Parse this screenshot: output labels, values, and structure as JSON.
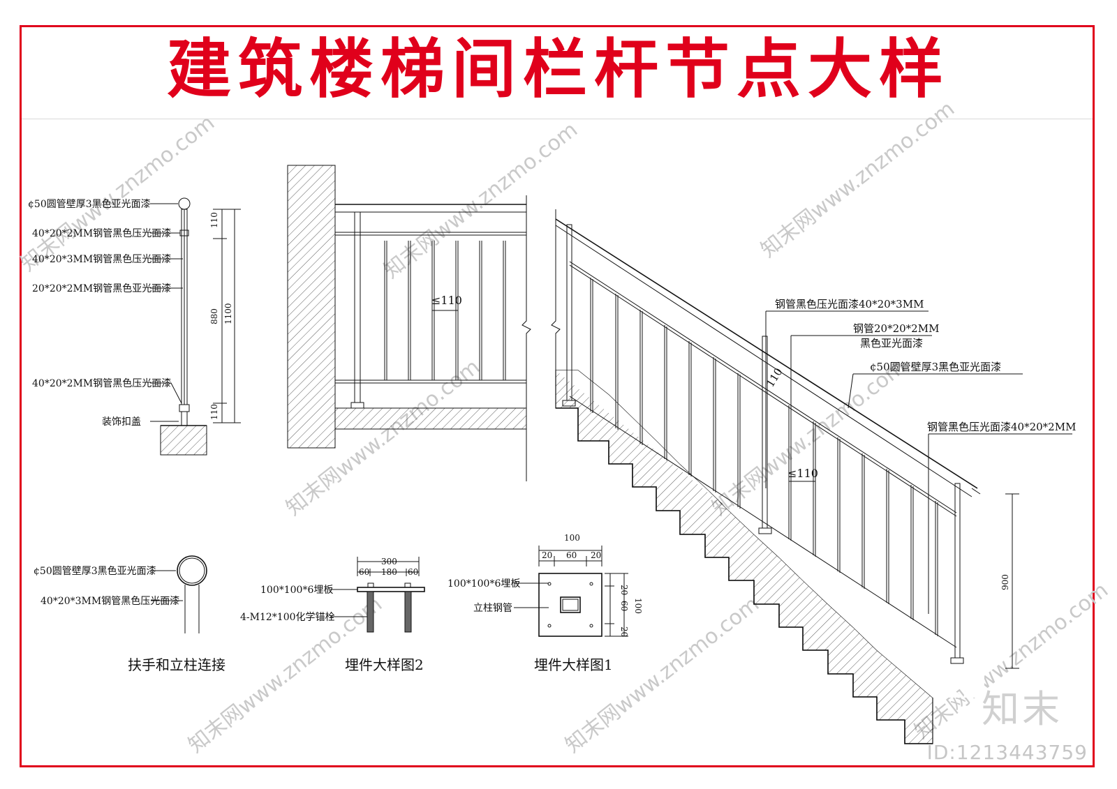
{
  "title": "建筑楼梯间栏杆节点大样",
  "colors": {
    "frame": "#e0001b",
    "title": "#e0001b",
    "lines": "#111111",
    "watermark": "#c9c9c9"
  },
  "detail_section": {
    "labels": [
      "¢50圆管壁厚3黑色亚光面漆",
      "40*20*2MM钢管黑色压光面漆",
      "40*20*3MM钢管黑色压光面漆",
      "20*20*2MM钢管黑色亚光面漆",
      "40*20*2MM钢管黑色压光面漆",
      "装饰扣盖"
    ],
    "dims": [
      "110",
      "880",
      "1100",
      "110"
    ]
  },
  "elevation": {
    "spacing": "≤110"
  },
  "stair": {
    "labels": [
      "钢管黑色压光面漆40*20*3MM",
      "钢管20*20*2MM",
      "黑色亚光面漆",
      "¢50圆管壁厚3黑色亚光面漆",
      "钢管黑色压光面漆40*20*2MM"
    ],
    "dims": [
      "110",
      "≤110",
      "900"
    ]
  },
  "handrail_joint": {
    "labels": [
      "¢50圆管壁厚3黑色亚光面漆",
      "40*20*3MM钢管黑色压光面漆"
    ],
    "caption": "扶手和立柱连接"
  },
  "embed2": {
    "labels": [
      "100*100*6埋板",
      "4-M12*100化学锚栓"
    ],
    "dims": [
      "300",
      "60",
      "180",
      "60"
    ],
    "caption": "埋件大样图2"
  },
  "embed1": {
    "labels": [
      "100*100*6埋板",
      "立柱钢管"
    ],
    "dims": [
      "100",
      "20",
      "60",
      "20",
      "20",
      "60",
      "20",
      "100"
    ],
    "caption": "埋件大样图1"
  },
  "watermark": {
    "text": "知末网www.znzmo.com",
    "logo": "知末",
    "id": "ID:1213443759"
  }
}
